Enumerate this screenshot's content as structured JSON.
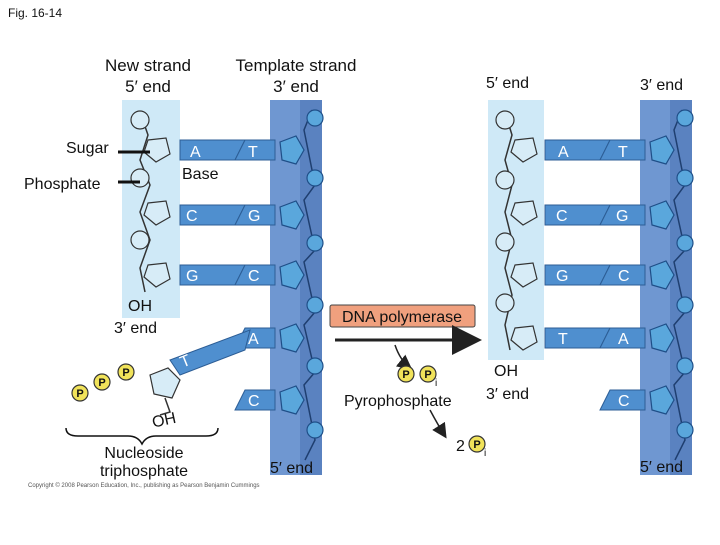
{
  "figure": {
    "label": "Fig. 16-14",
    "copyright": "Copyright © 2008 Pearson Education, Inc., publishing as Pearson Benjamin Cummings"
  },
  "left_panel": {
    "new_strand_title": "New strand",
    "new_strand_end": "5′ end",
    "template_title": "Template strand",
    "template_end": "3′ end",
    "sugar_label": "Sugar",
    "phosphate_label": "Phosphate",
    "base_label": "Base",
    "oh_label": "OH",
    "three_prime_end": "3′ end",
    "five_prime_end_bottom": "5′ end",
    "nucleoside_label": "Nucleoside\ntriphosphate",
    "incoming_base": "T",
    "phosphate_symbol": "P",
    "pairs": [
      {
        "new": "A",
        "template": "T"
      },
      {
        "new": "C",
        "template": "G"
      },
      {
        "new": "G",
        "template": "C"
      },
      {
        "new": "",
        "template": "A"
      },
      {
        "new": "",
        "template": "C"
      }
    ]
  },
  "middle": {
    "enzyme_label": "DNA polymerase",
    "pyrophosphate_label": "Pyrophosphate",
    "pi_symbol": "P",
    "pi_subscript": "i",
    "two_pi_coefficient": "2"
  },
  "right_panel": {
    "top_left_end": "5′ end",
    "top_right_end": "3′ end",
    "bottom_left_end": "3′ end",
    "bottom_right_end": "5′ end",
    "oh_label": "OH",
    "pairs": [
      {
        "new": "A",
        "template": "T"
      },
      {
        "new": "C",
        "template": "G"
      },
      {
        "new": "G",
        "template": "C"
      },
      {
        "new": "T",
        "template": "A"
      },
      {
        "new": "",
        "template": "C"
      }
    ]
  },
  "colors": {
    "new_strand_bg": "#cfe9f7",
    "template_bg": "#6f97d1",
    "sugar_fill": "#d7ecf7",
    "template_sugar_fill": "#5aa7dc",
    "base_fill": "#4f8fcf",
    "phosphate_fill": "#f1e35a",
    "enzyme_fill": "#f0a07e",
    "arrow": "#222222"
  }
}
